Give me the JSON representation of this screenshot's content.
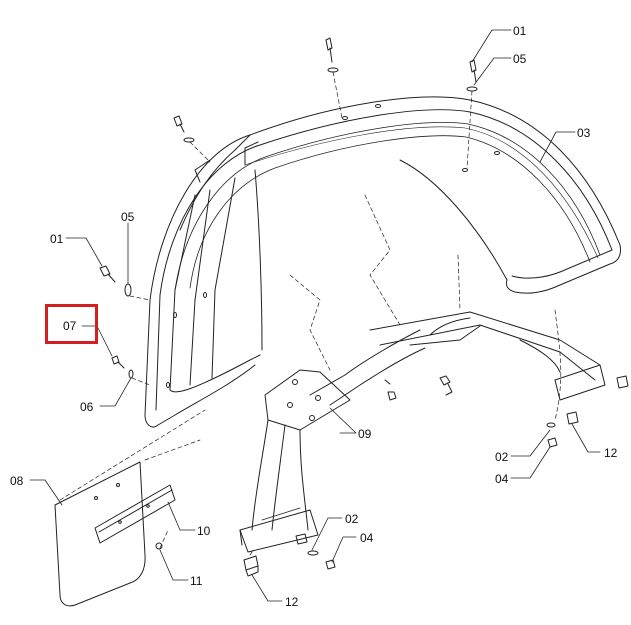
{
  "callouts": {
    "p01_top": "01",
    "p05_top": "05",
    "p03": "03",
    "p01_left": "01",
    "p05_left": "05",
    "p07": "07",
    "p06": "06",
    "p09": "09",
    "p02_right": "02",
    "p12_right": "12",
    "p04_right": "04",
    "p08": "08",
    "p10": "10",
    "p02_bottom": "02",
    "p04_bottom": "04",
    "p11": "11",
    "p12_bottom": "12"
  },
  "highlight": {
    "part": "07",
    "color": "#d21f1f"
  },
  "colors": {
    "line": "#222222",
    "highlight": "#d21f1f",
    "background": "#ffffff"
  }
}
